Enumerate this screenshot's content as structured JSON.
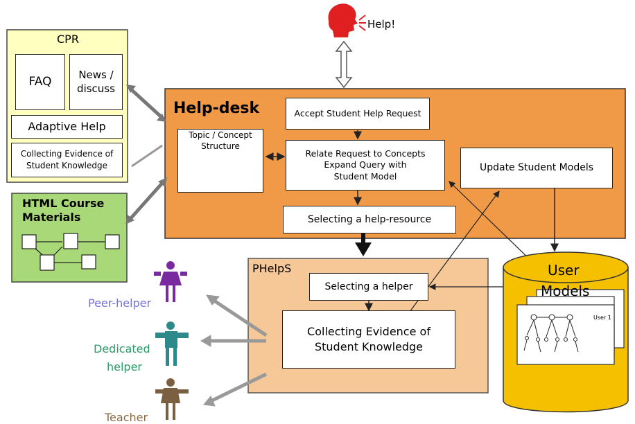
{
  "help_bubble": {
    "label": "Help!",
    "label_color": "#e02020",
    "icon": "speaking-head-icon"
  },
  "cpr": {
    "title": "CPR",
    "faq": "FAQ",
    "news_line1": "News /",
    "news_line2": "discuss",
    "adaptive_help": "Adaptive Help",
    "evidence_line1": "Collecting Evidence of",
    "evidence_line2": "Student Knowledge",
    "fill": "#ffffc0"
  },
  "html_materials": {
    "line1": "HTML Course",
    "line2": "Materials",
    "fill": "#a8d878",
    "icon": "flowchart-icon"
  },
  "helpdesk": {
    "title": "Help-desk",
    "fill": "#f09a48",
    "accept": "Accept Student Help Request",
    "topic_line1": "Topic / Concept",
    "topic_line2": "Structure",
    "relate_line1": "Relate Request to Concepts",
    "relate_line2": "Expand Query with",
    "relate_line3": "Student Model",
    "update": "Update Student Models",
    "select_resource": "Selecting a help-resource"
  },
  "phelps": {
    "title": "PHelpS",
    "fill": "#f6c898",
    "select_helper": "Selecting a helper",
    "collect_line1": "Collecting Evidence of",
    "collect_line2": "Student Knowledge"
  },
  "user_models": {
    "line1": "User",
    "line2": "Models",
    "card_label": "User 1",
    "fill": "#f5c000"
  },
  "helpers": [
    {
      "label": "Peer-helper",
      "color": "#7070e8",
      "figure_color": "#7a2aa0",
      "icon": "peer-helper-figure-icon"
    },
    {
      "label_line1": "Dedicated",
      "label_line2": "helper",
      "color": "#2e9a6a",
      "figure_color": "#2e8a8a",
      "icon": "dedicated-helper-figure-icon"
    },
    {
      "label": "Teacher",
      "color": "#8a6a40",
      "figure_color": "#7a6040",
      "icon": "teacher-figure-icon"
    }
  ]
}
